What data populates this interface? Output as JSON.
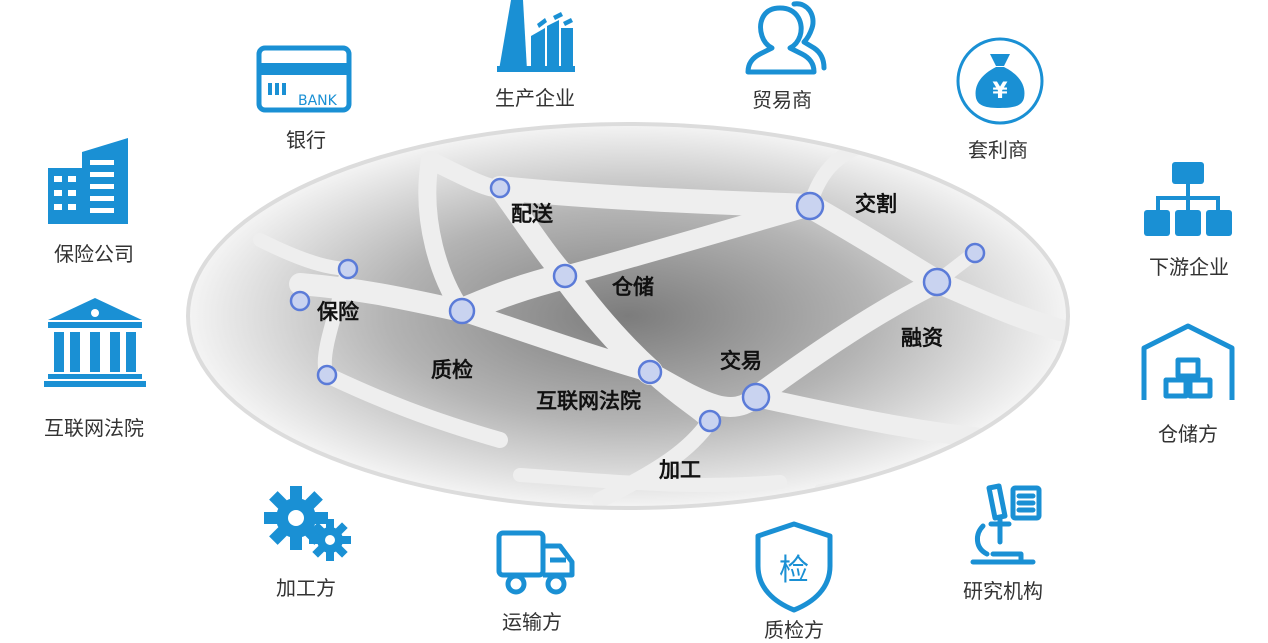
{
  "colors": {
    "accent": "#1a90d4",
    "node_fill": "#c9d3f0",
    "node_stroke": "#5b7bd8"
  },
  "actors": [
    {
      "id": "insurance",
      "label": "保险公司",
      "icon": "office-building-icon"
    },
    {
      "id": "bank",
      "label": "银行",
      "icon": "bank-card-icon",
      "icon_text": "BANK"
    },
    {
      "id": "producer",
      "label": "生产企业",
      "icon": "factory-icon"
    },
    {
      "id": "trader",
      "label": "贸易商",
      "icon": "people-icon"
    },
    {
      "id": "arbitrageur",
      "label": "套利商",
      "icon": "money-bag-icon",
      "icon_text": "¥"
    },
    {
      "id": "downstream",
      "label": "下游企业",
      "icon": "org-chart-icon"
    },
    {
      "id": "warehouse_party",
      "label": "仓储方",
      "icon": "warehouse-icon"
    },
    {
      "id": "research",
      "label": "研究机构",
      "icon": "microscope-icon"
    },
    {
      "id": "inspection_party",
      "label": "质检方",
      "icon": "inspection-shield-icon",
      "icon_text": "检"
    },
    {
      "id": "transport",
      "label": "运输方",
      "icon": "truck-icon"
    },
    {
      "id": "processing_party",
      "label": "加工方",
      "icon": "gears-icon"
    },
    {
      "id": "court",
      "label": "互联网法院",
      "icon": "courthouse-icon"
    }
  ],
  "network_nodes": [
    {
      "id": "distribution",
      "label": "配送"
    },
    {
      "id": "delivery",
      "label": "交割"
    },
    {
      "id": "storage",
      "label": "仓储"
    },
    {
      "id": "insurance",
      "label": "保险"
    },
    {
      "id": "financing",
      "label": "融资"
    },
    {
      "id": "quality",
      "label": "质检"
    },
    {
      "id": "trading",
      "label": "交易"
    },
    {
      "id": "court",
      "label": "互联网法院"
    },
    {
      "id": "processing",
      "label": "加工"
    }
  ]
}
